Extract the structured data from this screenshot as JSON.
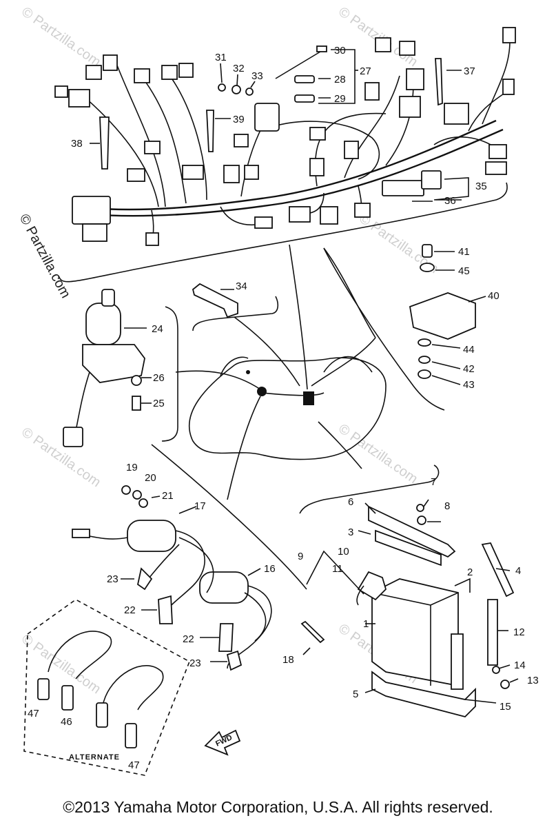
{
  "watermark": "© Partzilla.com",
  "copyright": "©2013  Yamaha Motor Corporation, U.S.A. All rights reserved.",
  "alternate_label": "ALTERNATE",
  "fwd_label": "FWD",
  "callouts": [
    "1",
    "2",
    "3",
    "4",
    "5",
    "6",
    "7",
    "8",
    "9",
    "10",
    "11",
    "12",
    "13",
    "14",
    "15",
    "16",
    "17",
    "18",
    "19",
    "20",
    "21",
    "22",
    "22",
    "23",
    "23",
    "24",
    "25",
    "26",
    "27",
    "28",
    "29",
    "30",
    "31",
    "32",
    "33",
    "34",
    "35",
    "36",
    "37",
    "38",
    "39",
    "40",
    "41",
    "42",
    "43",
    "44",
    "45",
    "46",
    "47",
    "47"
  ]
}
